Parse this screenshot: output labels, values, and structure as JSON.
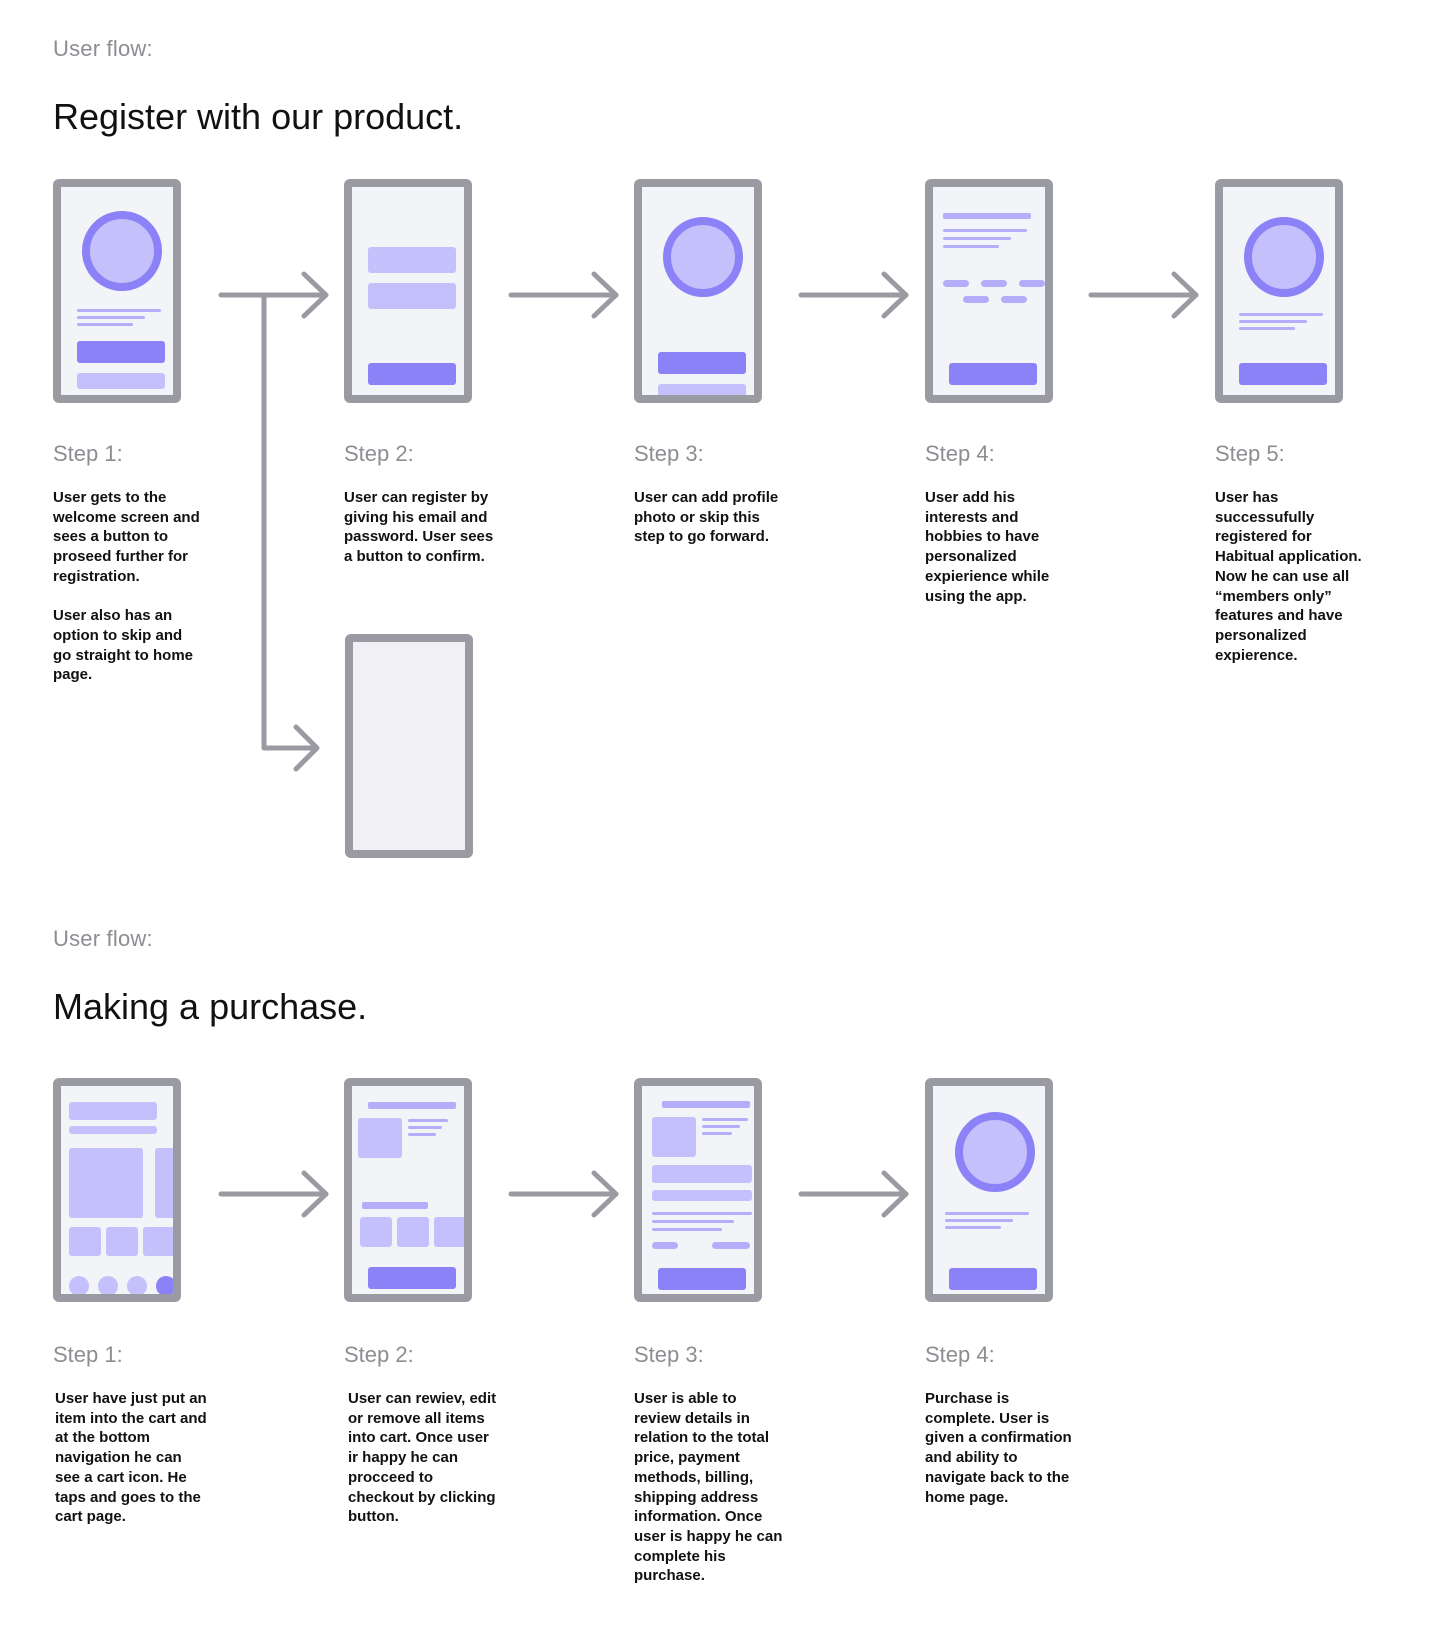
{
  "colors": {
    "frame": "#9a9aa2",
    "screen": "#f3f4f8",
    "accent_light": "#c4c0fb",
    "accent": "#8a82f6",
    "arrow": "#9a9aa2",
    "label_gray": "#8d8d93"
  },
  "register_flow": {
    "label": "User flow:",
    "title": "Register with our product.",
    "steps": [
      {
        "label": "Step 1:",
        "desc": "User gets to the welcome screen and sees a button to proseed further for registration.\n\nUser also has an option to skip and go straight to home page."
      },
      {
        "label": "Step 2:",
        "desc": "User can register by giving his email and password. User sees a button to confirm."
      },
      {
        "label": "Step 3:",
        "desc": "User can add profile photo or skip this step to go forward."
      },
      {
        "label": "Step 4:",
        "desc": "User add his interests and hobbies to have personalized expierience while using the app."
      },
      {
        "label": "Step 5:",
        "desc": "User has successufully registered for Habitual application. Now he can use all “members only” features and have personalized expierence."
      }
    ]
  },
  "purchase_flow": {
    "label": "User flow:",
    "title": "Making a purchase.",
    "steps": [
      {
        "label": "Step 1:",
        "desc": "User have just put an item into the cart and at the bottom navigation he can see a cart icon. He taps and goes to the cart page."
      },
      {
        "label": "Step 2:",
        "desc": "User can rewiev, edit or remove all items into cart. Once user ir happy he can procceed to checkout by clicking button."
      },
      {
        "label": "Step 3:",
        "desc": "User is able to review details in relation to the total price, payment methods, billing, shipping address information. Once user is happy he can complete his purchase."
      },
      {
        "label": "Step 4:",
        "desc": "Purchase is complete. User is given a confirmation and ability to navigate back to the home page."
      }
    ]
  }
}
